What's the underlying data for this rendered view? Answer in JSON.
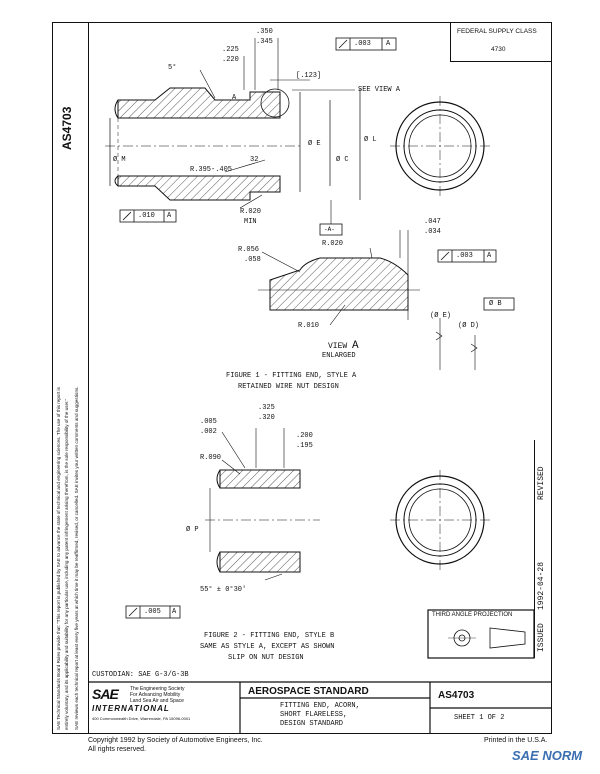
{
  "side_doc_number": "AS4703",
  "side_notes": [
    "SAE Technical Standards Board Rules provide that: \"This report is published by SAE to advance the state of technical and engineering sciences. The use of this report is",
    "entirely voluntary, and its applicability and suitability for any particular use, including any patent infringement arising therefrom, is the sole responsibility of the user.\"",
    "SAE reviews each technical report at least every five years at which time it may be reaffirmed, revised, or cancelled. SAE invites your written comments and suggestions."
  ],
  "fsc": {
    "label": "FEDERAL SUPPLY CLASS",
    "value": "4730"
  },
  "revision": {
    "issued_label": "ISSUED",
    "issued_date": "1992-04-28",
    "revised_label": "REVISED"
  },
  "figure1": {
    "dims": {
      "d350": ".350",
      "d345": ".345",
      "d225": ".225",
      "d220": ".220",
      "angle5": "5°",
      "d123": "[.123]",
      "see_view": "SEE VIEW A",
      "letterA": "A",
      "phiE": "Ø E",
      "phiC": "Ø C",
      "phiL": "Ø L",
      "phiM": "Ø M",
      "r395": "R.395-.405",
      "v32": "32",
      "r020min": "R.020",
      "min": "MIN",
      "datumA": "-A-",
      "tol_top": ".003",
      "tol_top_ref": "A",
      "tol_left": ".010",
      "tol_left_ref": "A"
    },
    "caption_line1": "FIGURE 1 - FITTING END, STYLE A",
    "caption_line2": "RETAINED WIRE NUT DESIGN"
  },
  "viewA": {
    "r056": "R.056",
    "r058": ".058",
    "r020": "R.020",
    "r010": "R.010",
    "d047": ".047",
    "d034": ".034",
    "tol": ".003",
    "tol_ref": "A",
    "phiB": "Ø B",
    "phiE": "(Ø E)",
    "phiD": "(Ø D)",
    "title": "VIEW",
    "title_letter": "A",
    "subtitle": "ENLARGED"
  },
  "figure2": {
    "dims": {
      "d005": ".005",
      "d002": ".002",
      "d325": ".325",
      "d320": ".320",
      "d200": ".200",
      "d195": ".195",
      "r090": "R.090",
      "phiP": "Ø P",
      "angle": "55° ± 0°30'",
      "tol": ".005",
      "tol_ref": "A"
    },
    "caption_line1": "FIGURE 2 - FITTING END, STYLE B",
    "caption_line2": "SAME AS STYLE A, EXCEPT AS SHOWN",
    "caption_line3": "SLIP ON NUT DESIGN"
  },
  "third_angle": "THIRD ANGLE PROJECTION",
  "title_block": {
    "custodian": "CUSTODIAN:  SAE G-3/G-3B",
    "sae_logo": "SAE",
    "sae_tagline1": "The Engineering Society",
    "sae_tagline2": "For Advancing Mobility",
    "sae_tagline3": "Land Sea Air and Space",
    "sae_international": "INTERNATIONAL",
    "sae_address": "400 Commonwealth Drive, Warrendale, PA 15096-0001",
    "standard": "AEROSPACE STANDARD",
    "title1": "FITTING END, ACORN,",
    "title2": "SHORT FLARELESS,",
    "title3": "DESIGN STANDARD",
    "doc_number": "AS4703",
    "sheet": "SHEET 1 OF 2"
  },
  "footer": {
    "copyright": "Copyright  1992  by Society of Automotive Engineers, Inc.",
    "rights": "All rights reserved.",
    "printed": "Printed in the U.S.A.",
    "watermark": "SAE NORM"
  }
}
